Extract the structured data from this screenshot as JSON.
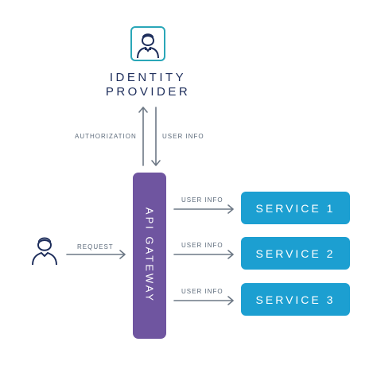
{
  "identity_provider": {
    "title_line1": "IDENTITY",
    "title_line2": "PROVIDER",
    "icon": "user-icon"
  },
  "edges": {
    "authorization": "AUTHORIZATION",
    "user_info_up": "USER INFO",
    "request": "REQUEST",
    "user_info_1": "USER INFO",
    "user_info_2": "USER INFO",
    "user_info_3": "USER INFO"
  },
  "gateway": {
    "label": "API GATEWAY"
  },
  "client": {
    "icon": "user-icon"
  },
  "services": [
    {
      "label": "SERVICE 1"
    },
    {
      "label": "SERVICE 2"
    },
    {
      "label": "SERVICE 3"
    }
  ],
  "colors": {
    "gateway": "#6f55a0",
    "service": "#1c9fd1",
    "idp_border": "#2aa7b8",
    "title_text": "#1d2d5b",
    "arrows": "#6d7885"
  }
}
